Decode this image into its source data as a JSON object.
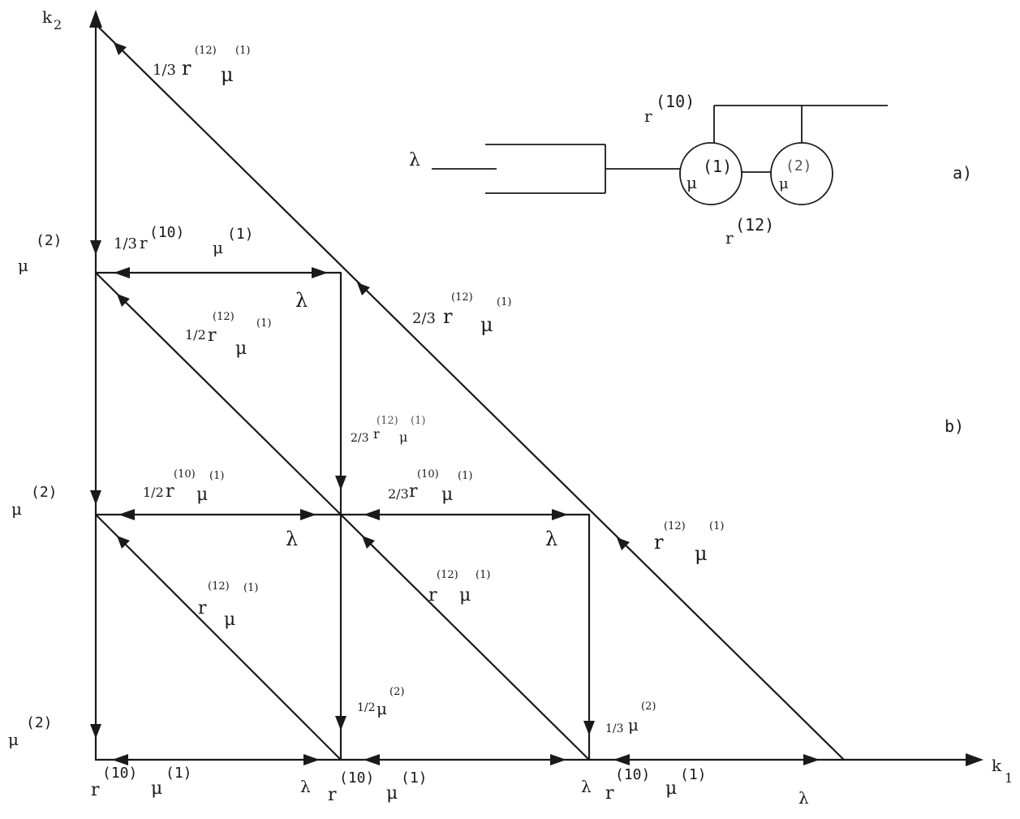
{
  "axes": {
    "y_label": "k",
    "y_sub": "2",
    "x_label": "k",
    "x_sub": "1"
  },
  "panel_labels": {
    "a": "a)",
    "b": "b)"
  },
  "schematic": {
    "lambda": "λ",
    "r10": "r",
    "r10_sup": "(10)",
    "r12": "r",
    "r12_sup": "(12)",
    "mu": "μ",
    "mu1_sup": "(1)",
    "mu2_sup": "(2)"
  },
  "left_labels": {
    "mu": "μ",
    "sup": "(2)"
  },
  "edge_labels": {
    "lambda": "λ",
    "r": "r",
    "mu": "μ",
    "sup10": "(10)",
    "sup12": "(12)",
    "sup1": "(1)",
    "sup2": "(2)",
    "frac_1_3": "1/3",
    "frac_2_3": "2/3",
    "frac_1_2": "1/2"
  }
}
